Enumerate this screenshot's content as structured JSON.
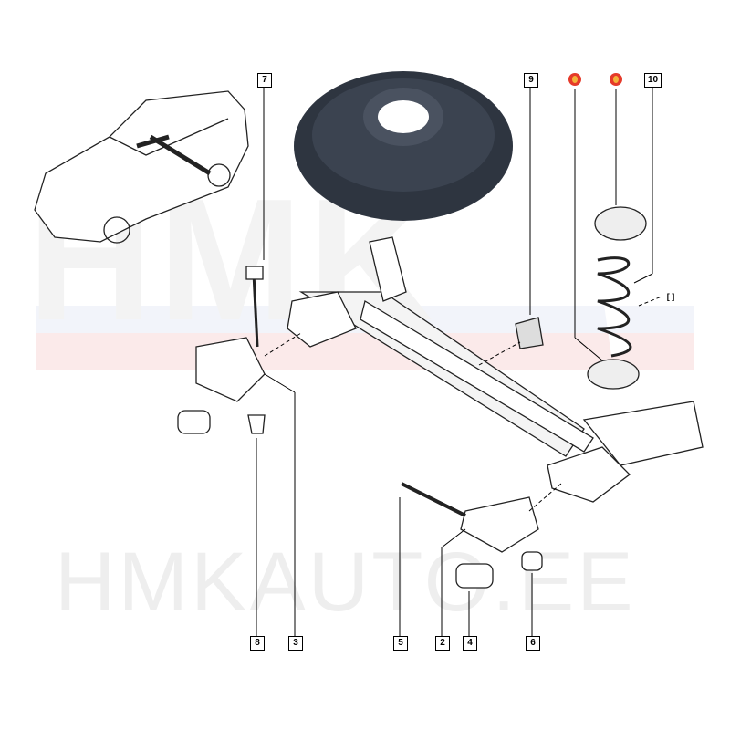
{
  "watermark": {
    "brand_large": "HMK",
    "brand_bottom": "HMKAUTO.EE"
  },
  "callouts": {
    "c7": "7",
    "c9": "9",
    "c10": "10",
    "c8": "8",
    "c3": "3",
    "c5": "5",
    "c2": "2",
    "c4": "4",
    "c6": "6",
    "c_ref": "[ ]"
  },
  "markers": [
    {
      "icon": "orange-marker-icon",
      "color": "#e53a2a"
    },
    {
      "icon": "orange-marker-icon",
      "color": "#e53a2a"
    }
  ]
}
